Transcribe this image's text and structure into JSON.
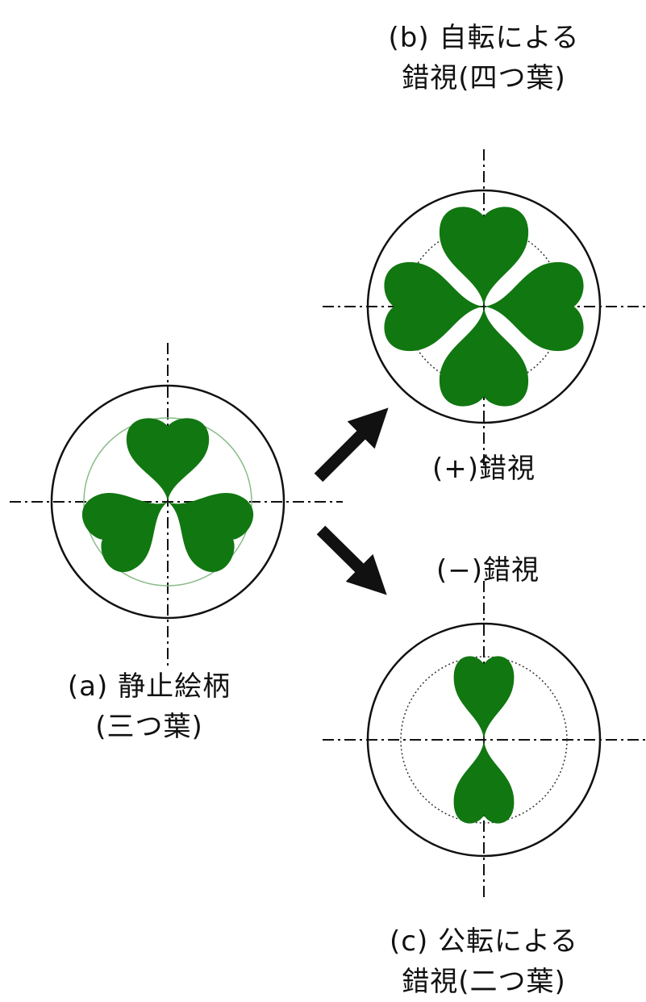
{
  "colors": {
    "leaf": "#117711",
    "line": "#111111",
    "dotted_circle": "#333333",
    "background": "#ffffff"
  },
  "captions": {
    "b": {
      "line1": "(b) 自転による",
      "line2": "錯視(四つ葉)"
    },
    "plus": {
      "text": "(+)錯視"
    },
    "minus": {
      "text": "(−)錯視"
    },
    "a": {
      "line1": "(a) 静止絵柄",
      "line2": "(三つ葉)"
    },
    "c": {
      "line1": "(c) 公転による",
      "line2": "錯視(二つ葉)"
    }
  },
  "panels": {
    "a": {
      "leaf_count": 3
    },
    "b": {
      "leaf_count": 4
    },
    "c": {
      "leaf_count": 2
    }
  }
}
